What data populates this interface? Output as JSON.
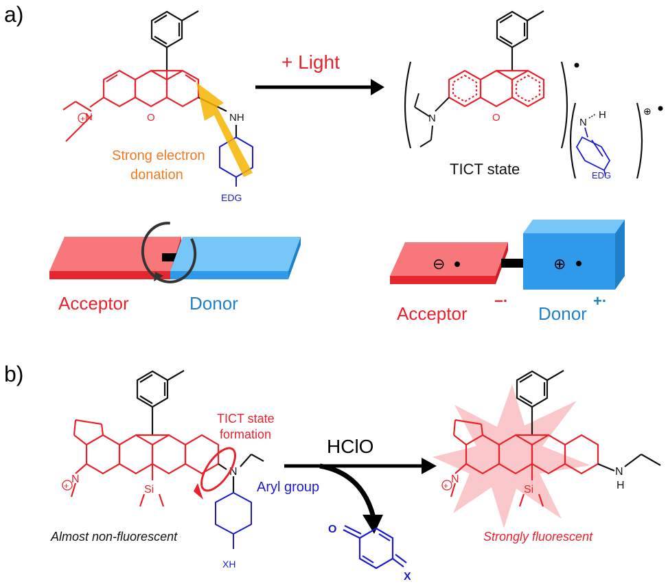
{
  "panels": {
    "a": {
      "panel_label": "a)",
      "reaction_label": "+ Light",
      "left_molecule": {
        "nh": "NH",
        "o": "O",
        "n": "N",
        "plus": "+",
        "edg": "EDG",
        "caption_line1": "Strong electron",
        "caption_line2": "donation"
      },
      "right_molecule": {
        "n_left": "N",
        "o": "O",
        "n_right": "N",
        "h": "H",
        "edg": "EDG",
        "caption": "TICT state"
      },
      "left_cartoon": {
        "acceptor": "Acceptor",
        "donor": "Donor"
      },
      "right_cartoon": {
        "acceptor": "Acceptor",
        "acceptor_charge": "−·",
        "donor": "Donor",
        "donor_charge": "+·"
      }
    },
    "b": {
      "panel_label": "b)",
      "reagent": "HClO",
      "left_molecule": {
        "n_left": "N",
        "si": "Si",
        "n_right": "N",
        "plus": "+",
        "xh": "XH",
        "tict_line1": "TICT state",
        "tict_line2": "formation",
        "aryl": "Aryl group",
        "caption": "Almost non-fluorescent"
      },
      "byproduct": {
        "o": "O",
        "x": "X"
      },
      "right_molecule": {
        "n_left": "N",
        "si": "Si",
        "n_right": "N",
        "h": "H",
        "plus": "+",
        "caption": "Strongly fluorescent"
      }
    }
  },
  "colors": {
    "xanthene": "#e8212b",
    "donor_blue": "#1a1acc",
    "label_blue": "#1f7fc9",
    "orange_text": "#f07a20",
    "glow_arrow": "#f5b400",
    "acceptor_slab": "#ef4c52",
    "donor_slab": "#3aa9f3"
  }
}
